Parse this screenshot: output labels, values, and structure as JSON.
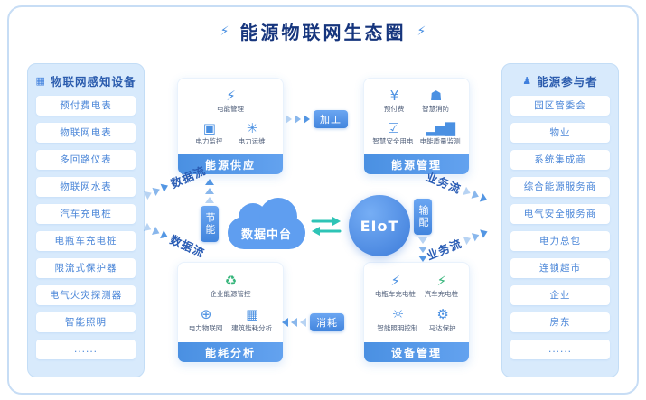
{
  "title": {
    "text": "能源物联网生态圈",
    "left_decor": "⚡",
    "right_decor": "⚡"
  },
  "left_panel": {
    "header": "物联网感知设备",
    "header_icon_glyph": "▦",
    "items": [
      "预付费电表",
      "物联网电表",
      "多回路仪表",
      "物联网水表",
      "汽车充电桩",
      "电瓶车充电桩",
      "限流式保护器",
      "电气火灾探测器",
      "智能照明",
      "......"
    ]
  },
  "right_panel": {
    "header": "能源参与者",
    "header_icon_glyph": "♟",
    "items": [
      "园区管委会",
      "物业",
      "系统集成商",
      "综合能源服务商",
      "电气安全服务商",
      "电力总包",
      "连锁超市",
      "企业",
      "房东",
      "......"
    ]
  },
  "boxes": {
    "supply": {
      "title": "能源供应",
      "row1": [
        {
          "label": "电能管理",
          "icon": "energy-meter-icon",
          "glyph": "⚡"
        }
      ],
      "row2": [
        {
          "label": "电力监控",
          "icon": "power-monitor-icon",
          "glyph": "▣"
        },
        {
          "label": "电力运维",
          "icon": "maintenance-asterisk-icon",
          "glyph": "✳"
        }
      ]
    },
    "management": {
      "title": "能源管理",
      "row1": [
        {
          "label": "预付费",
          "icon": "prepaid-icon",
          "glyph": "¥"
        },
        {
          "label": "智慧消防",
          "icon": "shield-icon",
          "glyph": "☗"
        }
      ],
      "row2": [
        {
          "label": "智慧安全用电",
          "icon": "safety-check-icon",
          "glyph": "☑"
        },
        {
          "label": "电能质量监测",
          "icon": "quality-chart-icon",
          "glyph": "▂▅▇"
        }
      ]
    },
    "analysis": {
      "title": "能耗分析",
      "row1": [
        {
          "label": "企业能源管控",
          "icon": "eco-recycle-icon",
          "glyph": "♻",
          "color": "#35b57a"
        }
      ],
      "row2": [
        {
          "label": "电力物联网",
          "icon": "globe-icon",
          "glyph": "⊕"
        },
        {
          "label": "建筑能耗分析",
          "icon": "building-icon",
          "glyph": "▦"
        }
      ]
    },
    "device": {
      "title": "设备管理",
      "row1": [
        {
          "label": "电瓶车充电桩",
          "icon": "ebike-charger-icon",
          "glyph": "⚡"
        },
        {
          "label": "汽车充电桩",
          "icon": "car-charger-icon",
          "glyph": "⚡",
          "color": "#35b57a"
        }
      ],
      "row2": [
        {
          "label": "智能照明控制",
          "icon": "lighting-icon",
          "glyph": "☼"
        },
        {
          "label": "马达保护",
          "icon": "motor-gear-icon",
          "glyph": "⚙"
        }
      ]
    }
  },
  "center": {
    "cloud_label": "数据中台",
    "eiot_label": "EIoT"
  },
  "flows": {
    "process": "加工",
    "consume": "消耗",
    "saving": "节能",
    "transmit": "输配",
    "data_flow_top": "数据流",
    "data_flow_bottom": "数据流",
    "business_flow_top": "业务流",
    "business_flow_bottom": "业务流"
  },
  "colors": {
    "accent_blue": "#4a90e2",
    "panel_bg": "#d8eafc",
    "teal": "#2ec4b6",
    "title_navy": "#16357d",
    "green": "#35b57a"
  }
}
